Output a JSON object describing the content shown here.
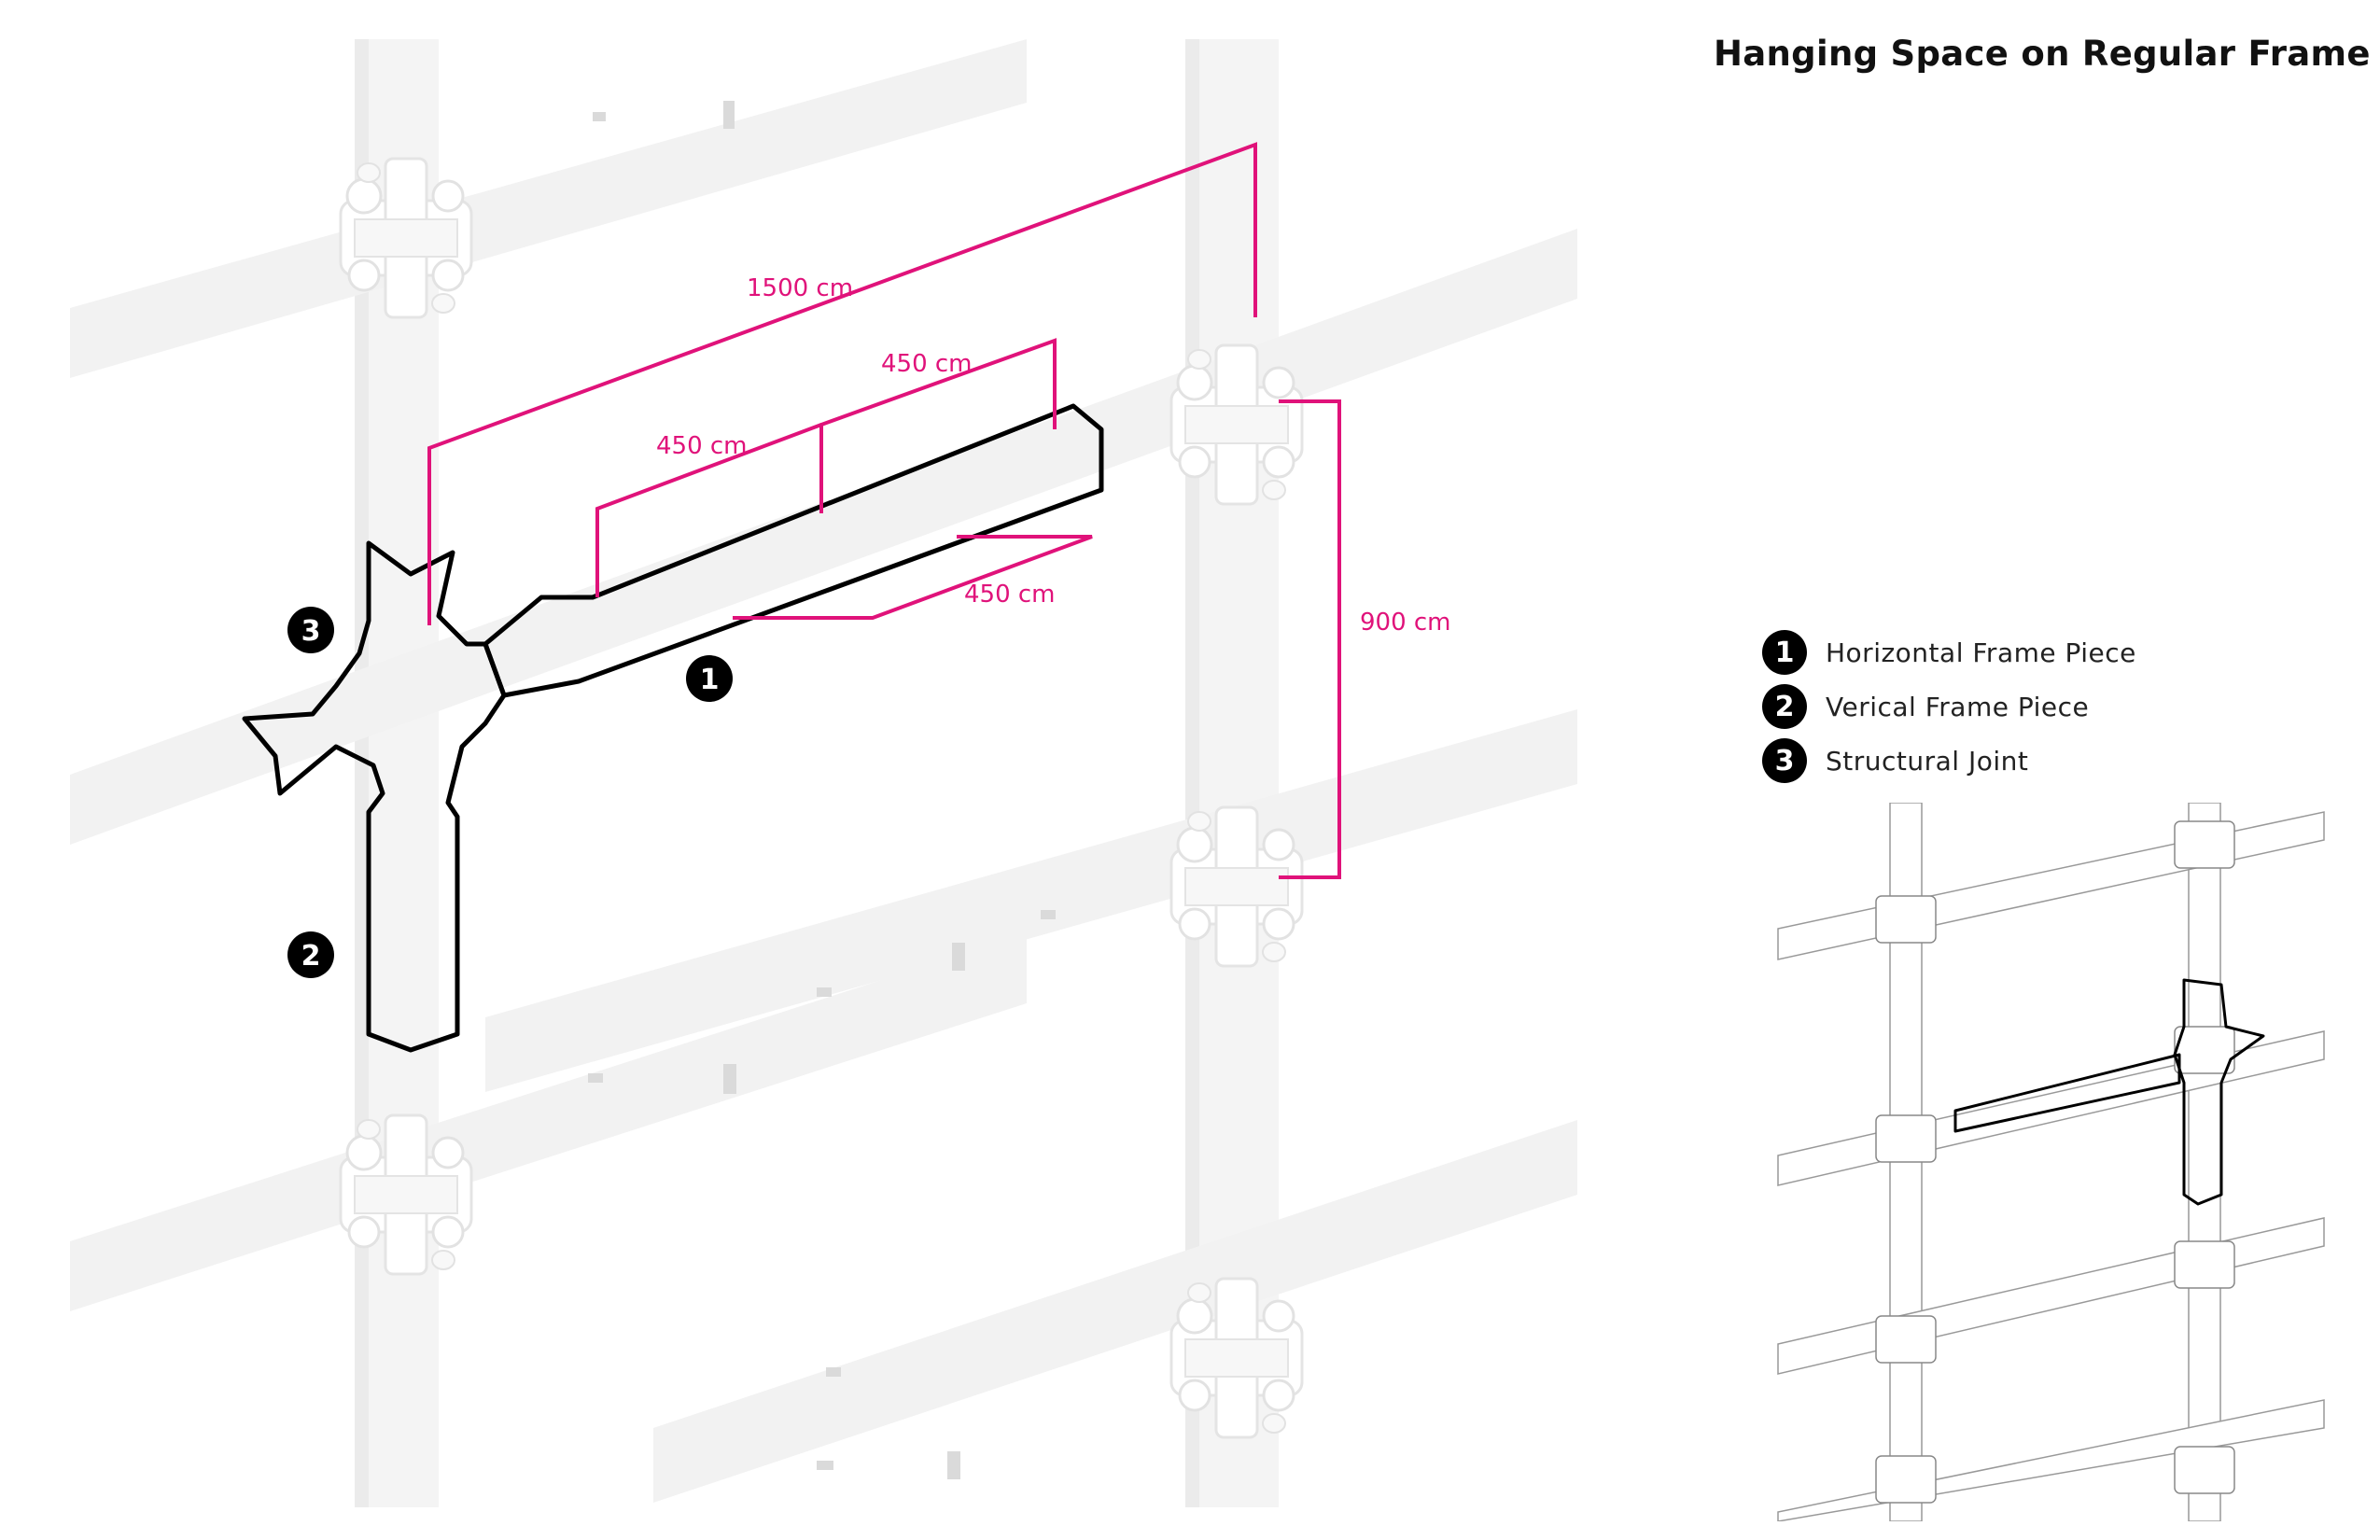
{
  "title": "Hanging Space on Regular Frame",
  "colors": {
    "dimension": "#e0127a",
    "outline": "#000000",
    "frame_fill": "#f4f4f4",
    "frame_shade": "#e6e6e6",
    "background": "#ffffff"
  },
  "dimensions": {
    "overall_span": "1500 cm",
    "upper_left": "450 cm",
    "upper_right": "450 cm",
    "lower": "450 cm",
    "height": "900 cm"
  },
  "callouts": {
    "c1": "1",
    "c2": "2",
    "c3": "3"
  },
  "legend": [
    {
      "num": "1",
      "label": "Horizontal Frame Piece"
    },
    {
      "num": "2",
      "label": "Verical Frame Piece"
    },
    {
      "num": "3",
      "label": "Structural Joint"
    }
  ]
}
